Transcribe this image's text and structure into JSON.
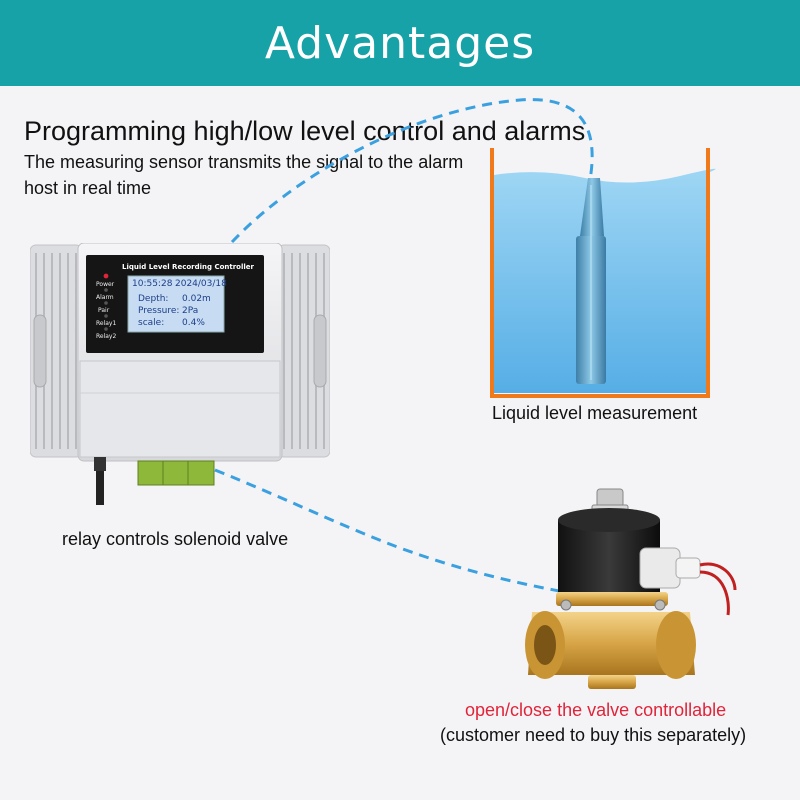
{
  "banner": {
    "title": "Advantages",
    "color": "#16a2a6"
  },
  "headline": "Programming high/low level control and alarms",
  "subline": "The measuring sensor transmits the signal to the alarm host in real time",
  "tank": {
    "caption": "Liquid level measurement",
    "frame_color": "#f07a1a",
    "water_color": "#8fcdf0"
  },
  "controller": {
    "title": "Liquid Level Recording Controller",
    "indicators": [
      "Power",
      "Alarm",
      "Pair",
      "Relay1",
      "Relay2"
    ],
    "screen": {
      "time": "10:55:28",
      "date": "2024/03/18",
      "rows": [
        {
          "label": "Depth:",
          "value": "0.02m"
        },
        {
          "label": "Pressure:",
          "value": "2Pa"
        },
        {
          "label": "scale:",
          "value": "0.4%"
        }
      ]
    }
  },
  "relay_caption": "relay controls solenoid valve",
  "valve": {
    "caption_red": "open/close the valve controllable",
    "caption_note": "(customer need to buy this separately)",
    "highlight_color": "#e0243a"
  },
  "connector_color": "#3aa0e0"
}
